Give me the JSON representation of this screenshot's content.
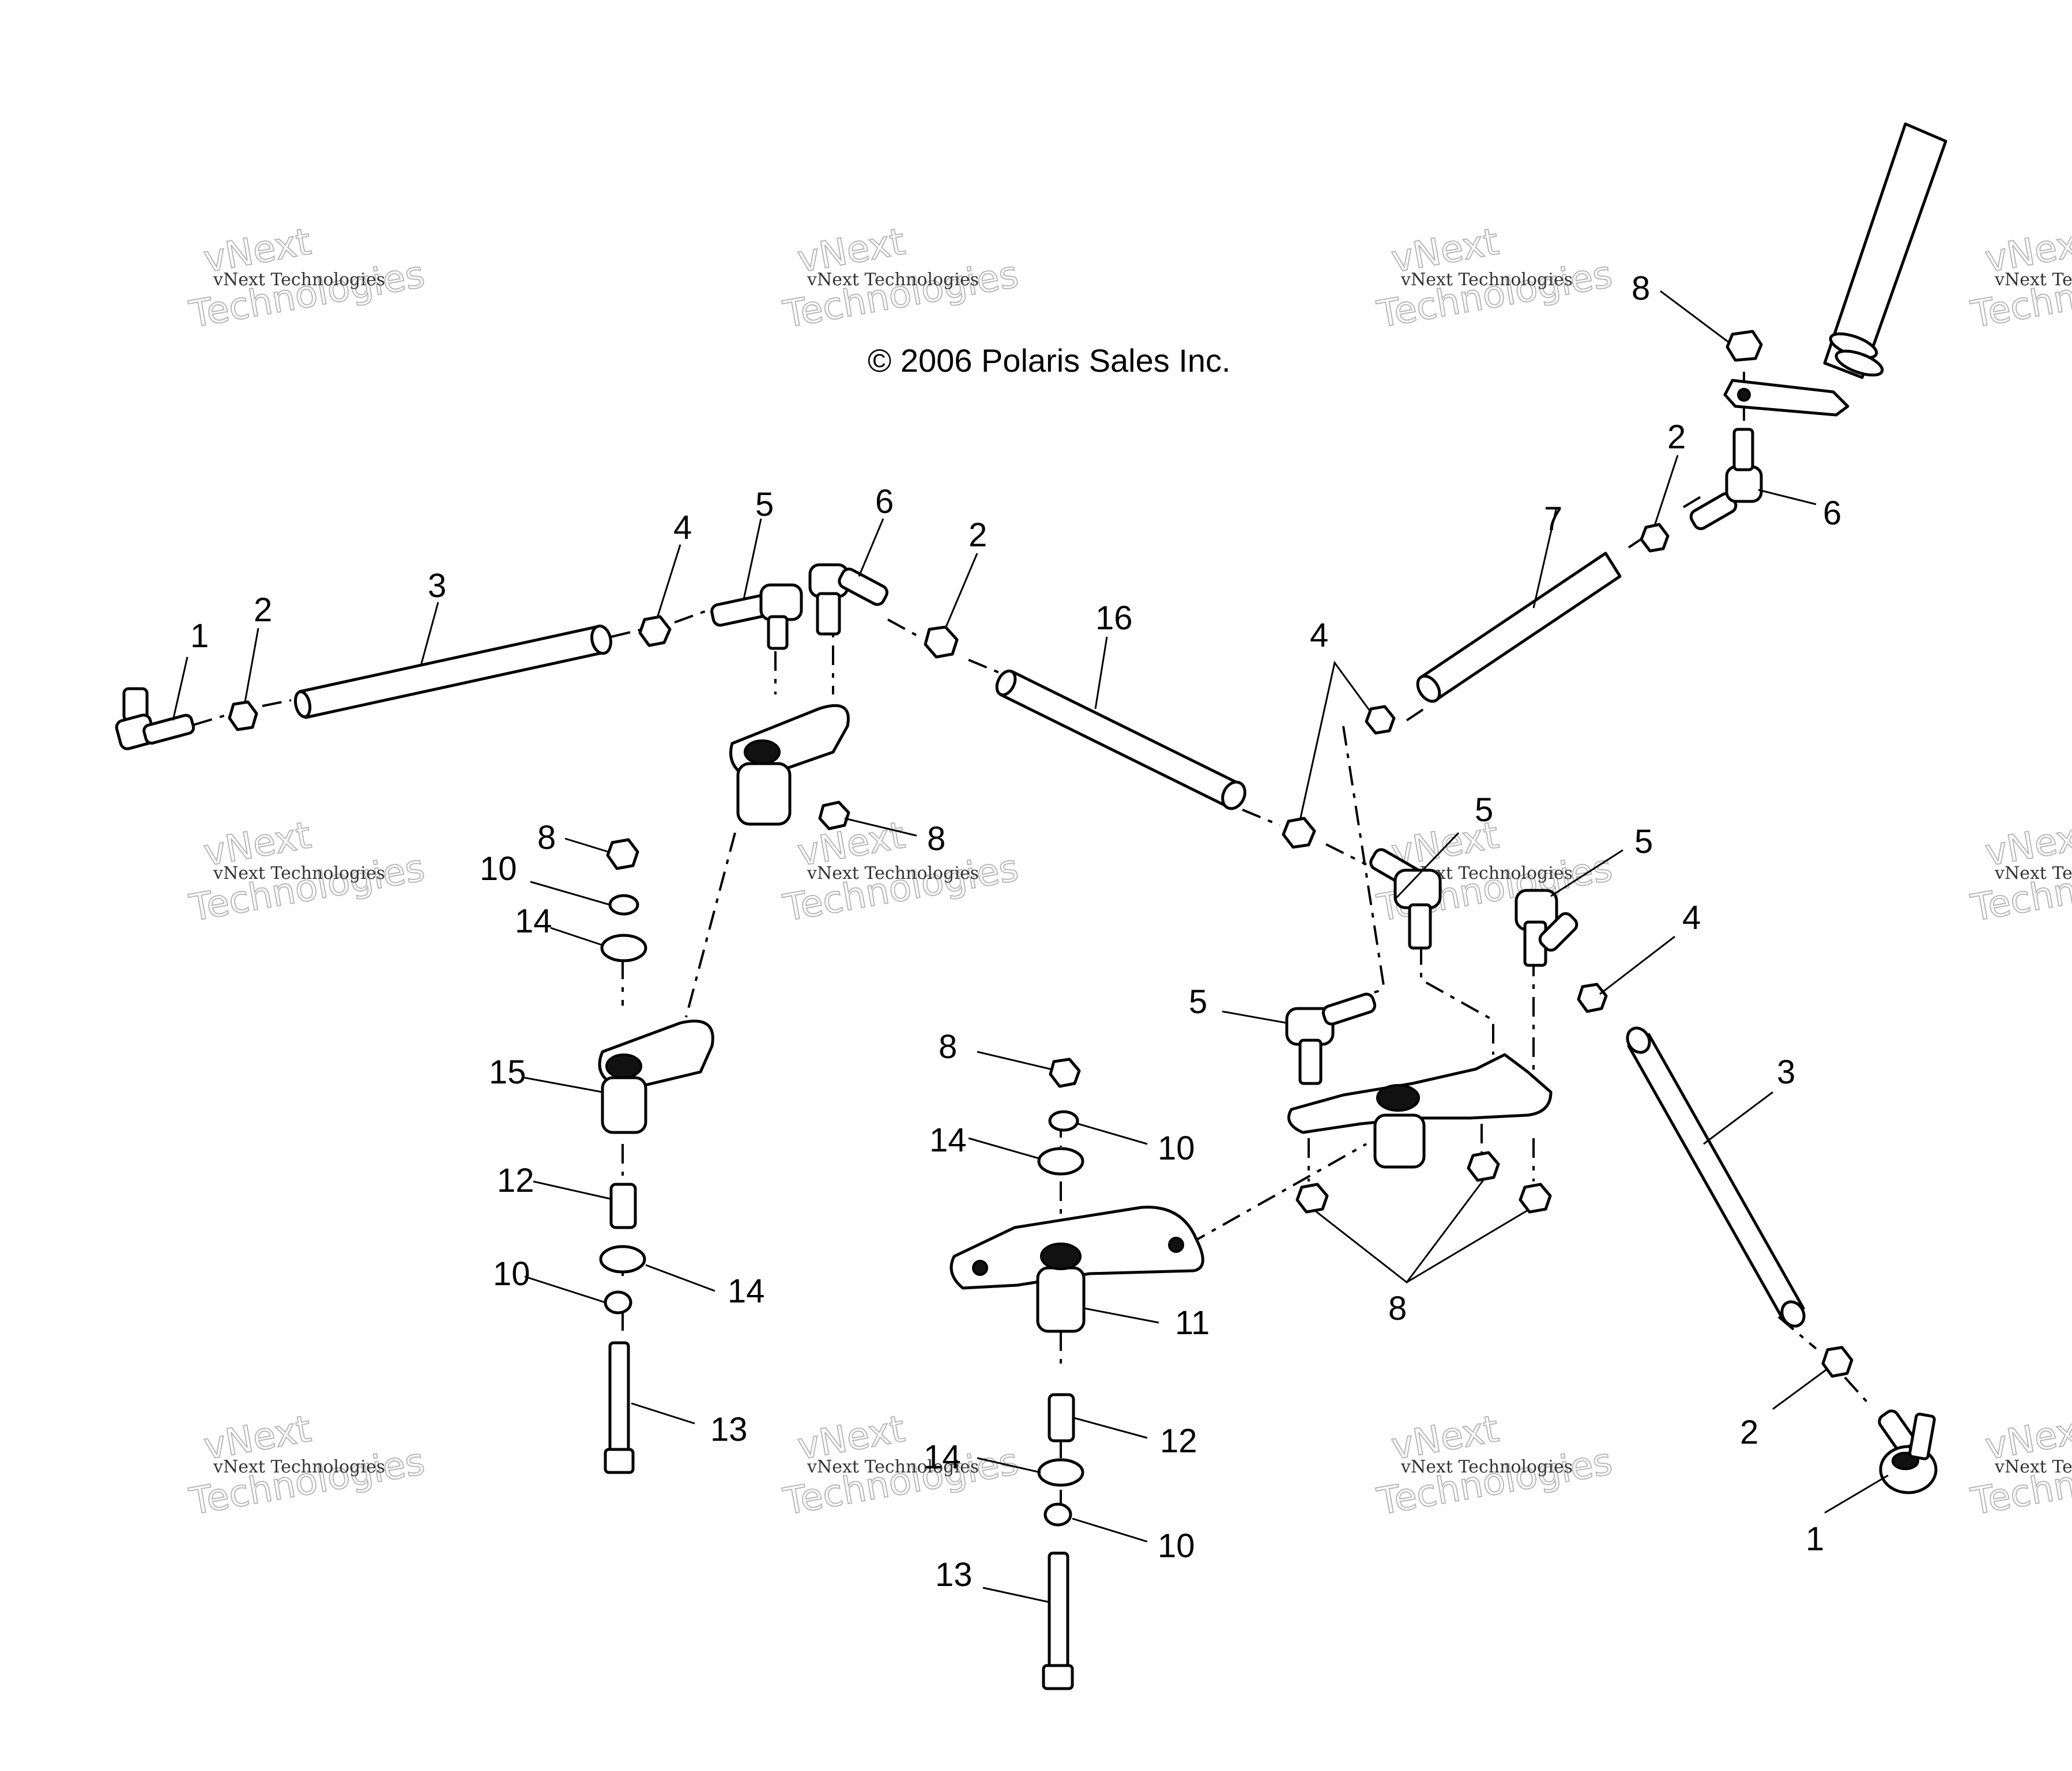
{
  "copyright": "© 2006 Polaris Sales Inc.",
  "watermark": {
    "small_text": "vNext Technologies",
    "large_text_top": "vNext",
    "large_text_bottom": "Technologies"
  },
  "callouts": {
    "c1a": "1",
    "c2a": "2",
    "c3a": "3",
    "c4a": "4",
    "c5a": "5",
    "c6a": "6",
    "c2b": "2",
    "c16": "16",
    "c4b": "4",
    "c7": "7",
    "c2c": "2",
    "c6b": "6",
    "c8a": "8",
    "c8b": "8",
    "c10a": "10",
    "c14a": "14",
    "c8c": "8",
    "c15": "15",
    "c12a": "12",
    "c10b": "10",
    "c14b": "14",
    "c13a": "13",
    "c8d": "8",
    "c14c": "14",
    "c10c": "10",
    "c11": "11",
    "c12b": "12",
    "c14d": "14",
    "c10d": "10",
    "c13b": "13",
    "c5b": "5",
    "c5c": "5",
    "c5d": "5",
    "c4c": "4",
    "c3b": "3",
    "c8e": "8",
    "c2d": "2",
    "c1b": "1"
  }
}
